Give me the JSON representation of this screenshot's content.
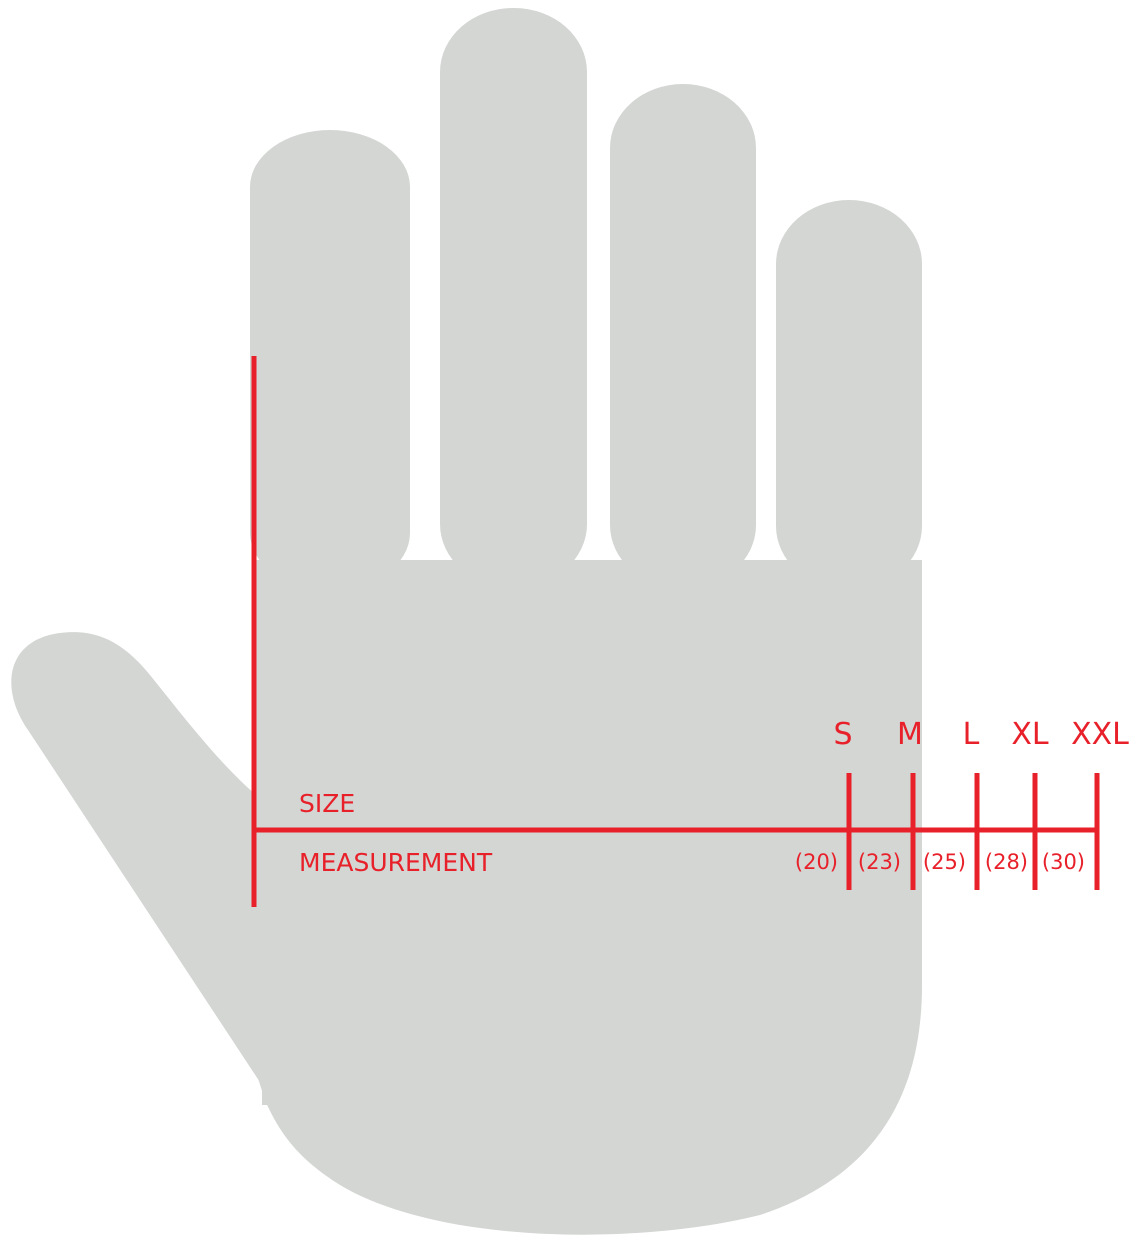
{
  "colors": {
    "hand": "#d3d6d3",
    "accent": "#e8202a",
    "background": "#ffffff"
  },
  "labels": {
    "size": "SIZE",
    "measurement": "MEASUREMENT"
  },
  "sizes": [
    {
      "name": "S",
      "measurement": "(20)"
    },
    {
      "name": "M",
      "measurement": "(23)"
    },
    {
      "name": "L",
      "measurement": "(25)"
    },
    {
      "name": "XL",
      "measurement": "(28)"
    },
    {
      "name": "XXL",
      "measurement": "(30)"
    }
  ]
}
